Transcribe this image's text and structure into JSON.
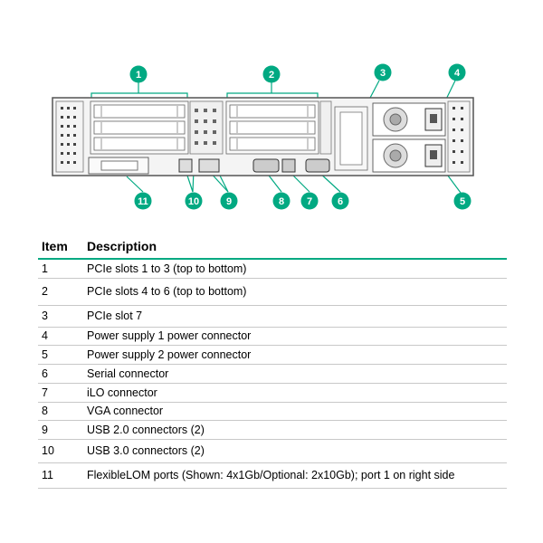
{
  "callouts": [
    "1",
    "2",
    "3",
    "4",
    "5",
    "6",
    "7",
    "8",
    "9",
    "10",
    "11"
  ],
  "colors": {
    "callout": "#01a982",
    "chassis_stroke": "#555555",
    "table_rule": "#01a982"
  },
  "table": {
    "headers": [
      "Item",
      "Description"
    ],
    "rows": [
      {
        "item": "1",
        "description": "PCIe slots 1 to 3 (top to bottom)"
      },
      {
        "item": "2",
        "description": "PCIe slots 4 to 6 (top to bottom)"
      },
      {
        "item": "3",
        "description": "PCIe slot 7"
      },
      {
        "item": "4",
        "description": "Power supply 1 power connector"
      },
      {
        "item": "5",
        "description": "Power supply 2 power connector"
      },
      {
        "item": "6",
        "description": "Serial connector"
      },
      {
        "item": "7",
        "description": "iLO connector"
      },
      {
        "item": "8",
        "description": "VGA connector"
      },
      {
        "item": "9",
        "description": "USB 2.0 connectors (2)"
      },
      {
        "item": "10",
        "description": "USB 3.0 connectors (2)"
      },
      {
        "item": "11",
        "description": "FlexibleLOM ports (Shown: 4x1Gb/Optional: 2x10Gb); port 1 on right side"
      }
    ]
  }
}
